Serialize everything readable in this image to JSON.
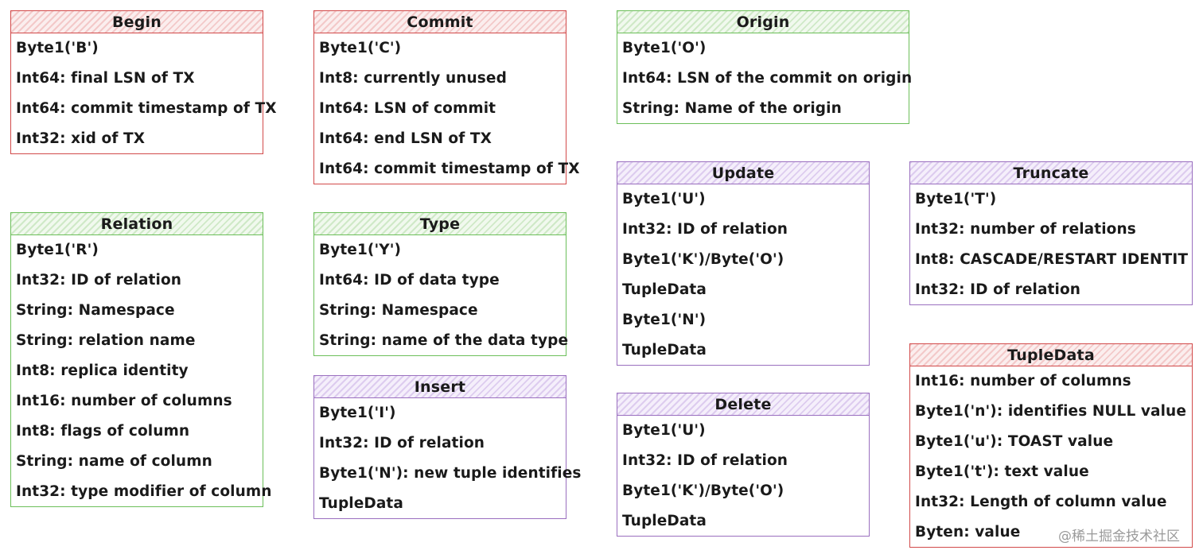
{
  "boxes": {
    "begin": {
      "title": "Begin",
      "rows": [
        "Byte1('B')",
        "Int64: final LSN of TX",
        "Int64: commit timestamp of TX",
        "Int32: xid of TX"
      ]
    },
    "commit": {
      "title": "Commit",
      "rows": [
        "Byte1('C')",
        "Int8: currently unused",
        "Int64: LSN of commit",
        "Int64: end LSN of TX",
        "Int64: commit timestamp of TX"
      ]
    },
    "origin": {
      "title": "Origin",
      "rows": [
        "Byte1('O')",
        "Int64: LSN of the commit on origin",
        "String: Name of the origin"
      ]
    },
    "relation": {
      "title": "Relation",
      "rows": [
        "Byte1('R')",
        "Int32: ID of relation",
        "String: Namespace",
        "String: relation name",
        "Int8: replica identity",
        "Int16: number of columns",
        "Int8: flags of column",
        "String: name of column",
        "Int32: type modifier of column"
      ]
    },
    "type": {
      "title": "Type",
      "rows": [
        "Byte1('Y')",
        "Int64: ID of data type",
        "String: Namespace",
        "String: name of the data type"
      ]
    },
    "insert": {
      "title": "Insert",
      "rows": [
        "Byte1('I')",
        "Int32: ID of relation",
        "Byte1('N'): new tuple identifies",
        "TupleData"
      ]
    },
    "update": {
      "title": "Update",
      "rows": [
        "Byte1('U')",
        "Int32: ID of relation",
        "Byte1('K')/Byte('O')",
        "TupleData",
        "Byte1('N')",
        "TupleData"
      ]
    },
    "delete": {
      "title": "Delete",
      "rows": [
        "Byte1('U')",
        "Int32: ID of relation",
        "Byte1('K')/Byte('O')",
        "TupleData"
      ]
    },
    "truncate": {
      "title": "Truncate",
      "rows": [
        "Byte1('T')",
        "Int32: number of relations",
        "Int8: CASCADE/RESTART IDENTIT",
        "Int32: ID of relation"
      ]
    },
    "tupledata": {
      "title": "TupleData",
      "rows": [
        "Int16: number of columns",
        "Byte1('n'): identifies NULL value",
        "Byte1('u'): TOAST value",
        "Byte1('t'): text value",
        "Int32: Length of column value",
        "Byten: value"
      ]
    }
  },
  "colors": {
    "red": "#d24a4a",
    "green": "#6cbf5a",
    "purple": "#9a6fbf"
  },
  "watermark": "@稀土掘金技术社区"
}
